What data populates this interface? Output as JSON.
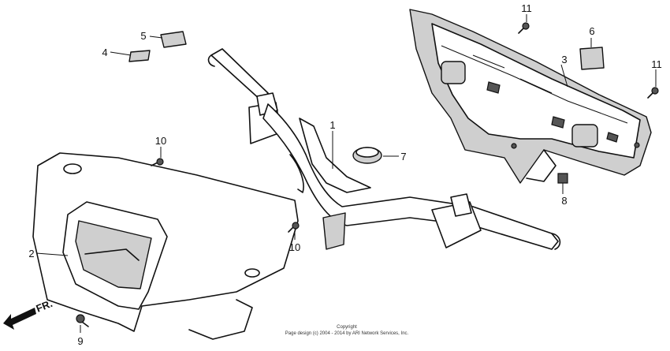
{
  "callouts": [
    "1",
    "2",
    "3",
    "4",
    "5",
    "6",
    "7",
    "8",
    "9",
    "10",
    "10",
    "11",
    "11"
  ],
  "direction_arrow_label": "FR.",
  "copyright": {
    "line1": "Copyright",
    "line2": "Page design (c) 2004 - 2014 by ARI Network Services, Inc."
  },
  "colors": {
    "ink": "#111111",
    "paper": "#ffffff",
    "shade": "#cfcfcf"
  }
}
